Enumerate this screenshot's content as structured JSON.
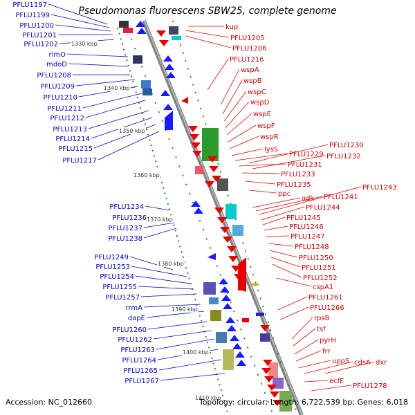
{
  "title": "Pseudomonas fluorescens SBW25, complete genome",
  "accession": "Accession: NC_012660",
  "summary": "Topology: circular; Length: 6,722,539 bp; Genes: 6,018",
  "scale_labels": [
    "1330 kbp",
    "1340 kbp",
    "1350 kbp",
    "1360 kbp",
    "1370 kbp",
    "1380 kbp",
    "1390 kbp",
    "1400 kbp",
    "1410 kbp"
  ],
  "left_genes": [
    "PFLU1197",
    "PFLU1199",
    "PFLU1200",
    "PFLU1201",
    "PFLU1202",
    "rimO",
    "mdoD",
    "PFLU1208",
    "PFLU1209",
    "PFLU1210",
    "PFLU1211",
    "PFLU1212",
    "PFLU1213",
    "PFLU1214",
    "PFLU1215",
    "PFLU1217",
    "PFLU1234",
    "PFLU1236",
    "PFLU1237",
    "PFLU1238",
    "PFLU1249",
    "PFLU1253",
    "PFLU1254",
    "PFLU1255",
    "PFLU1257",
    "rrmA",
    "dapE",
    "PFLU1260",
    "PFLU1262",
    "PFLU1263",
    "PFLU1264",
    "PFLU1265",
    "PFLU1267"
  ],
  "right_genes": [
    "kup",
    "PFLU1205",
    "PFLU1206",
    "PFLU1216",
    "wspA",
    "wspB",
    "wspC",
    "wspD",
    "wspE",
    "wspF",
    "wspR",
    "lysS",
    "PFLU1229",
    "PFLU1230",
    "PFLU1231",
    "PFLU1232",
    "PFLU1233",
    "PFLU1235",
    "ppc",
    "adk",
    "PFLU1241",
    "PFLU1243",
    "PFLU1244",
    "PFLU1245",
    "PFLU1246",
    "PFLU1247",
    "PFLU1248",
    "PFLU1250",
    "PFLU1251",
    "PFLU1252",
    "cspA1",
    "PFLU1261",
    "PFLU1266",
    "rpsB",
    "tsf",
    "pyrH",
    "frr",
    "uppS",
    "cdsA",
    "dxr",
    "ecfE",
    "PFLU1278"
  ],
  "colors": {
    "blue": "#0000b4",
    "red": "#cc0000",
    "axis": "#888888",
    "scale_tick": "#1f7a1f"
  }
}
